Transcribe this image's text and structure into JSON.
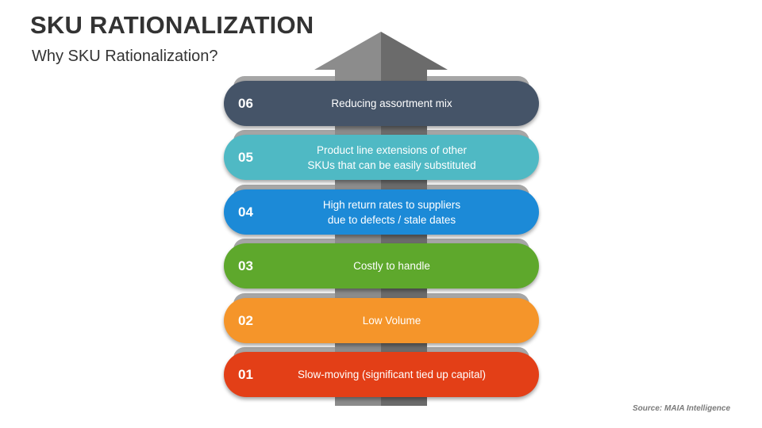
{
  "header": {
    "title": "SKU RATIONALIZATION",
    "subtitle": "Why SKU Rationalization?"
  },
  "colors": {
    "arrow_light": "#8c8c8c",
    "arrow_dark": "#6b6b6b"
  },
  "items": [
    {
      "number": "06",
      "text": "Reducing assortment mix",
      "color": "#455468"
    },
    {
      "number": "05",
      "text": "Product line extensions of other\nSKUs that can be easily substituted",
      "color": "#4fb9c4"
    },
    {
      "number": "04",
      "text": "High return rates to suppliers\ndue to defects / stale dates",
      "color": "#1c8ad7"
    },
    {
      "number": "03",
      "text": "Costly to handle",
      "color": "#5ea82c"
    },
    {
      "number": "02",
      "text": "Low Volume",
      "color": "#f5952a"
    },
    {
      "number": "01",
      "text": "Slow-moving (significant tied up capital)",
      "color": "#e33f17"
    }
  ],
  "source": "Source: MAIA Intelligence"
}
